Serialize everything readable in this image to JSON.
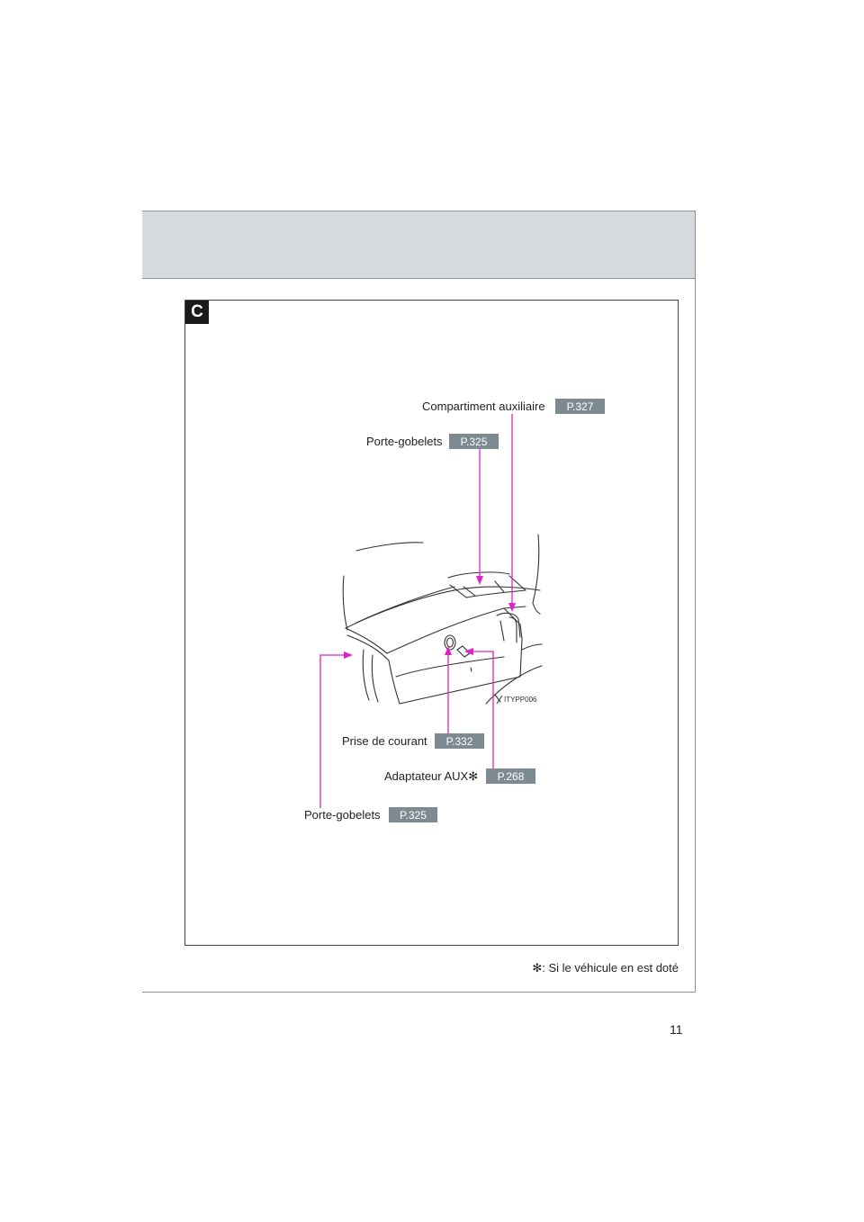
{
  "section": {
    "letter": "C"
  },
  "callouts": [
    {
      "label": "Compartiment auxiliaire",
      "page": "P.327"
    },
    {
      "label": "Porte-gobelets",
      "page": "P.325"
    },
    {
      "label": "Prise de courant",
      "page": "P.332"
    },
    {
      "label": "Adaptateur AUX",
      "asterisk": "✻",
      "page": "P.268"
    },
    {
      "label": "Porte-gobelets",
      "page": "P.325"
    }
  ],
  "figure": {
    "image_code": "ITYPP006"
  },
  "footnote": {
    "symbol": "✻",
    "text": ": Si le véhicule en est doté"
  },
  "page_number": "11",
  "colors": {
    "header_band": "#d5dade",
    "badge": "#7d8a91",
    "leader_line": "#e020c8"
  }
}
